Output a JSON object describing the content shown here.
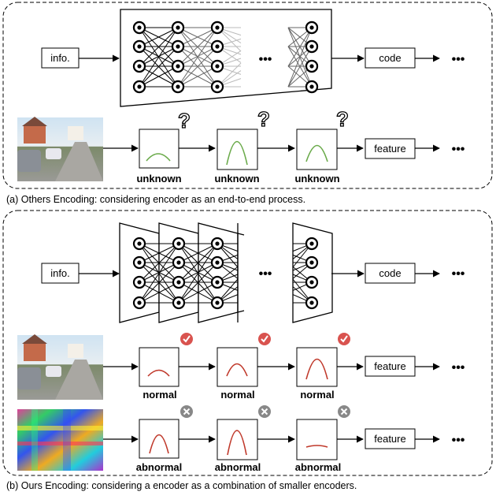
{
  "panel_a": {
    "caption": "(a) Others Encoding: considering encoder as an end-to-end process.",
    "info_label": "info.",
    "code_label": "code",
    "feature_label": "feature",
    "question_mark": "?",
    "ellipsis": "•••",
    "curve_labels": [
      "unknown",
      "unknown",
      "unknown"
    ],
    "curve_color": "#6aaa4a"
  },
  "panel_b": {
    "caption": "(b) Ours Encoding: considering a encoder as a combination of smaller encoders.",
    "info_label": "info.",
    "code_label": "code",
    "feature_label": "feature",
    "ellipsis": "•••",
    "normal_labels": [
      "normal",
      "normal",
      "normal"
    ],
    "abnormal_labels": [
      "abnormal",
      "abnormal",
      "abnormal"
    ],
    "curve_color": "#c0392b",
    "check_color": "#d9534f",
    "cross_color": "#888888"
  }
}
